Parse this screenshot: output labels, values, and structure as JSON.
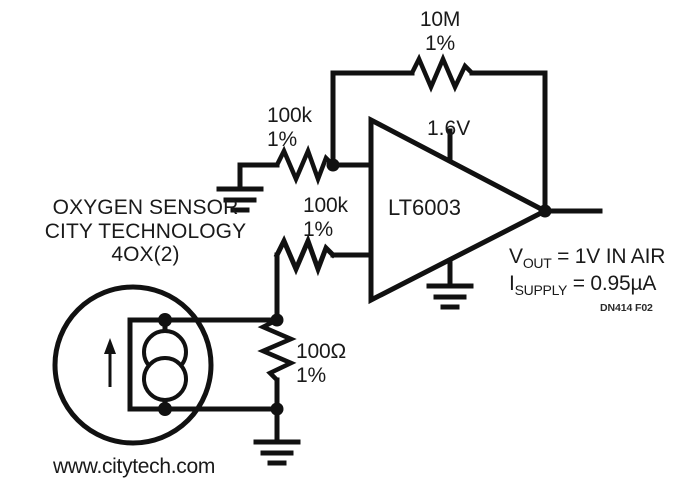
{
  "figure": {
    "doc_number": "DN414 F02",
    "background_color": "#ffffff",
    "line_color": "#111111"
  },
  "sensor": {
    "line1": "OXYGEN SENSOR",
    "line2": "CITY TECHNOLOGY",
    "line3": "4OX(2)",
    "url": "www.citytech.com",
    "symbol": "current-source"
  },
  "opamp": {
    "part_number": "LT6003",
    "supply_label": "1.6V"
  },
  "components": {
    "feedback_resistor": {
      "value": "10M",
      "tolerance": "1%"
    },
    "input_resistor_top": {
      "value": "100k",
      "tolerance": "1%"
    },
    "input_resistor_bottom": {
      "value": "100k",
      "tolerance": "1%"
    },
    "shunt_resistor": {
      "value": "100Ω",
      "tolerance": "1%"
    }
  },
  "specs": {
    "vout_prefix": "V",
    "vout_sub": "OUT",
    "vout_value": " = 1V IN AIR",
    "isupply_prefix": "I",
    "isupply_sub": "SUPPLY",
    "isupply_value": " = 0.95µA"
  }
}
